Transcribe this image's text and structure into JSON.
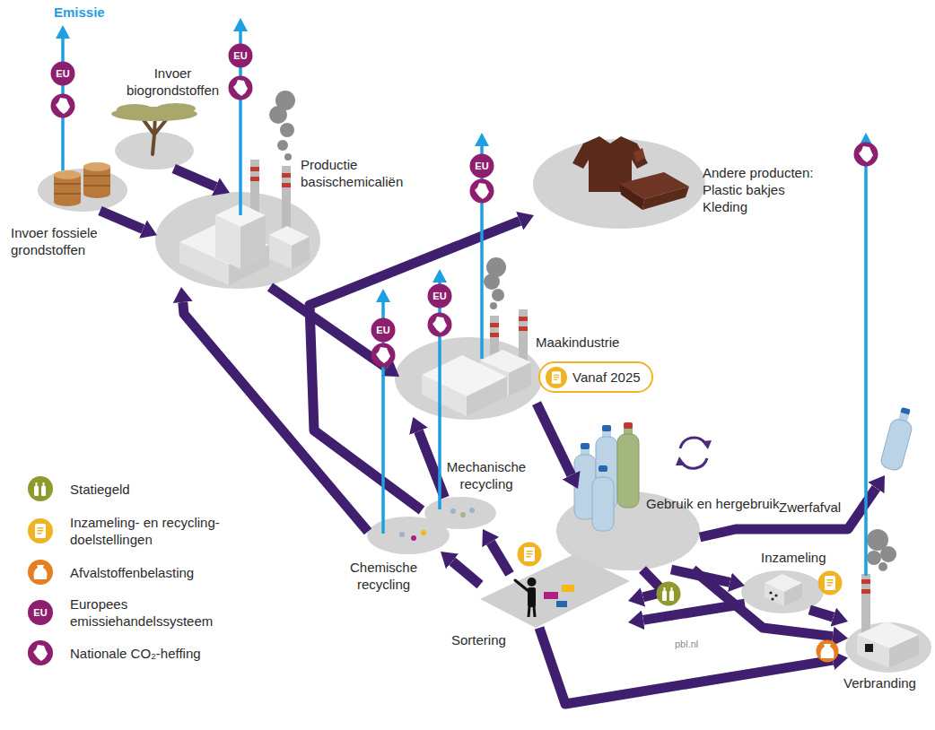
{
  "diagram": {
    "nodes": [
      {
        "text": [
          "Invoer biogrondstoffen"
        ]
      },
      {
        "text": [
          "Productie basischemicaliën"
        ]
      },
      {
        "text": [
          "Invoer fossiele grondstoffen"
        ]
      },
      {
        "text": [
          "Andere producten:",
          "Plastic bakjes Kleding"
        ]
      },
      {
        "text": [
          "Maakindustrie"
        ]
      },
      {
        "text": [
          "Vanaf 2025"
        ]
      },
      {
        "text": [
          "Gebruik en hergebruik"
        ]
      },
      {
        "text": [
          "Mechanische recycling"
        ]
      },
      {
        "text": [
          "Zwerfafval"
        ]
      },
      {
        "text": [
          "Chemische recycling"
        ]
      },
      {
        "text": [
          "Inzameling"
        ]
      },
      {
        "text": [
          "Sortering"
        ]
      },
      {
        "text": [
          "Verbranding"
        ]
      }
    ],
    "edges": [
      {
        "from": 2,
        "to": 1,
        "arrow": "to"
      },
      {
        "from": 0,
        "to": 1,
        "arrow": "to"
      },
      {
        "from": 1,
        "to": 4,
        "arrow": "to"
      },
      {
        "from": 7,
        "to": 3,
        "arrow": "to"
      },
      {
        "from": 7,
        "to": 4,
        "arrow": "to"
      },
      {
        "from": 4,
        "to": 6,
        "arrow": "to"
      },
      {
        "from": 9,
        "to": 1,
        "arrow": "to"
      },
      {
        "from": 6,
        "to": 8,
        "arrow": "to"
      },
      {
        "from": 6,
        "to": 10,
        "arrow": "to"
      },
      {
        "from": 6,
        "to": 12,
        "arrow": "to"
      },
      {
        "from": 6,
        "to": 11,
        "arrow": "to"
      },
      {
        "from": 10,
        "to": 11,
        "arrow": "to"
      },
      {
        "from": 10,
        "to": 12,
        "arrow": "to"
      },
      {
        "from": 11,
        "to": 7,
        "arrow": "to"
      },
      {
        "from": 11,
        "to": 9,
        "arrow": "to"
      },
      {
        "from": 11,
        "to": 12,
        "arrow": "to"
      }
    ],
    "labels": [
      "Emissie",
      "EU",
      "EU",
      "EU",
      "EU",
      "EU",
      "EU",
      "pbl.nl"
    ],
    "legend": [
      {
        "text": "Statiegeld",
        "color": "#8e9a2b"
      },
      {
        "text": "Inzameling- en recycling-doelstellingen",
        "color": "#f0b323"
      },
      {
        "text": "Afvalstoffenbelasting",
        "color": "#e67e22"
      },
      {
        "text": "Europees emissiehandelssysteem",
        "color": "#8e1f6e"
      },
      {
        "text": "Nationale CO₂-heffing",
        "color": "#8e1f6e"
      }
    ]
  }
}
